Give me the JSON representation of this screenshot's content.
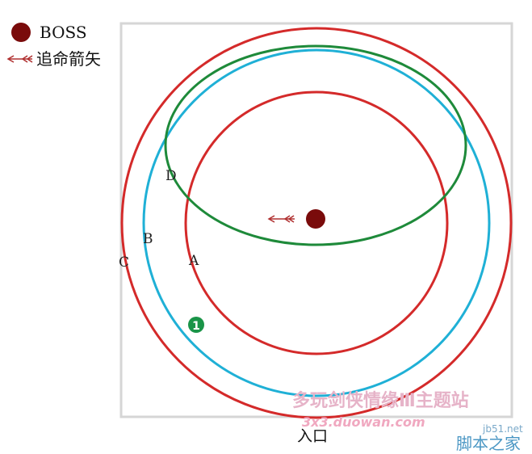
{
  "legend": {
    "boss_label": "BOSS",
    "arrow_label": "追命箭矢"
  },
  "labels": {
    "a": "A",
    "b": "B",
    "c": "C",
    "d": "D",
    "marker": "1"
  },
  "entrance_label": "入口",
  "watermark": {
    "site_name": "多玩剑侠情缘Ⅲ主题站",
    "site_url": "3x3.duowan.com",
    "corner_url": "jb51.net",
    "corner_name": "脚本之家"
  },
  "colors": {
    "ring_red": "#d42a2a",
    "ring_cyan": "#1fb0d6",
    "ring_green": "#1e8a3a",
    "boss": "#7a0b0b",
    "arrow": "#b03030",
    "marker": "#1a9448",
    "border": "#d6d6d6"
  }
}
